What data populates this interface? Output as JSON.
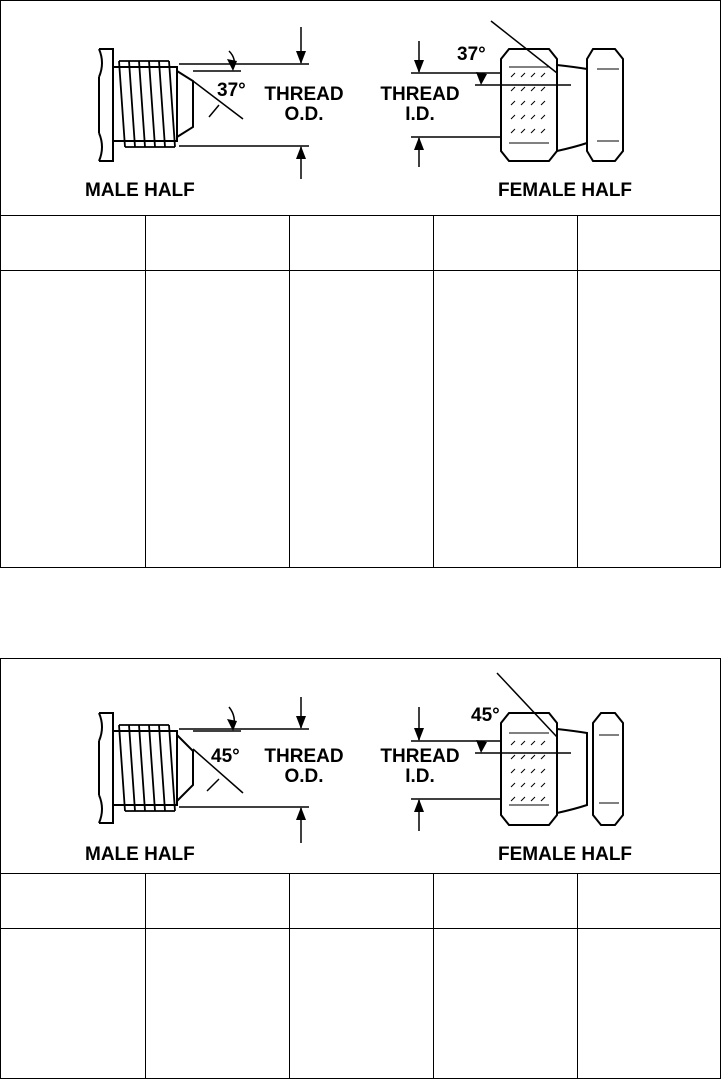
{
  "panels": [
    {
      "id": "flare-37",
      "male_label": "MALE HALF",
      "female_label": "FEMALE HALF",
      "male_angle": "37°",
      "female_angle": "37°",
      "thread_od": [
        "THREAD",
        "O.D."
      ],
      "thread_id": [
        "THREAD",
        "I.D."
      ],
      "table": {
        "columns": 5,
        "header": [
          "",
          "",
          "",
          "",
          ""
        ],
        "rows": [
          [
            "",
            "",
            "",
            "",
            ""
          ]
        ]
      }
    },
    {
      "id": "flare-45",
      "male_label": "MALE HALF",
      "female_label": "FEMALE HALF",
      "male_angle": "45°",
      "female_angle": "45°",
      "thread_od": [
        "THREAD",
        "O.D."
      ],
      "thread_id": [
        "THREAD",
        "I.D."
      ],
      "table": {
        "columns": 5,
        "header": [
          "",
          "",
          "",
          "",
          ""
        ],
        "rows": [
          [
            "",
            "",
            "",
            "",
            ""
          ]
        ]
      }
    }
  ]
}
